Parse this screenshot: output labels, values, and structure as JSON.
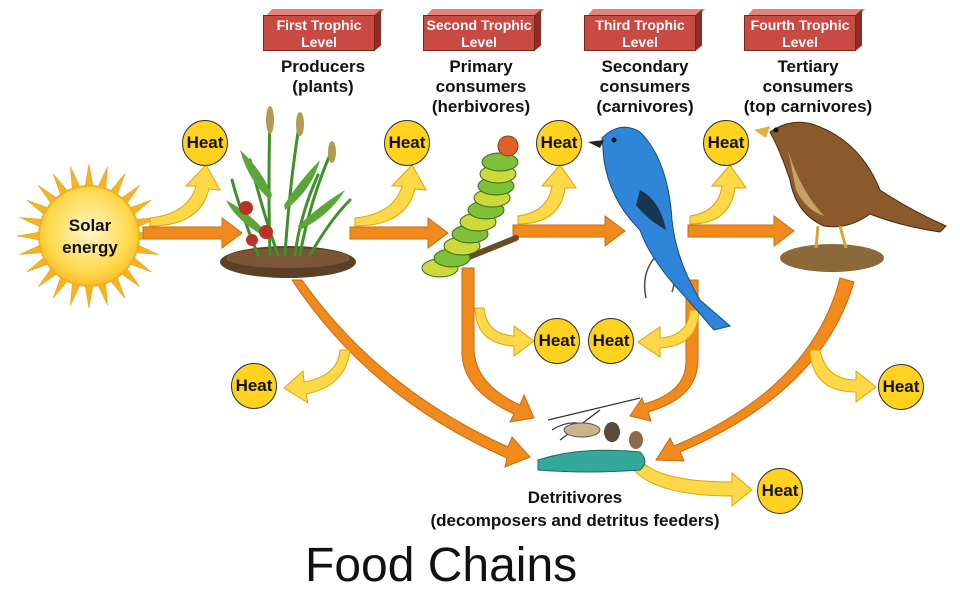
{
  "trophic_levels": [
    {
      "level": "First Trophic\nLevel",
      "label": "Producers\n(plants)"
    },
    {
      "level": "Second Trophic\nLevel",
      "label": "Primary\nconsumers\n(herbivores)"
    },
    {
      "level": "Third Trophic\nLevel",
      "label": "Secondary\nconsumers\n(carnivores)"
    },
    {
      "level": "Fourth Trophic\nLevel",
      "label": "Tertiary\nconsumers\n(top carnivores)"
    }
  ],
  "sun": {
    "label": "Solar\nenergy"
  },
  "heat_label": "Heat",
  "detritivores": {
    "label": "Detritivores\n(decomposers and detritus feeders)"
  },
  "title": "Food Chains",
  "colors": {
    "arrow": "#f08a1c",
    "heat_arrow": "#ffd84a",
    "heat_circle": "#ffd21f",
    "level_box": "#c94a43",
    "sun": "#ffd23a"
  },
  "icons": [
    "sun-icon",
    "plants-icon",
    "caterpillar-icon",
    "bluebird-icon",
    "hawk-icon",
    "decomposers-icon"
  ]
}
